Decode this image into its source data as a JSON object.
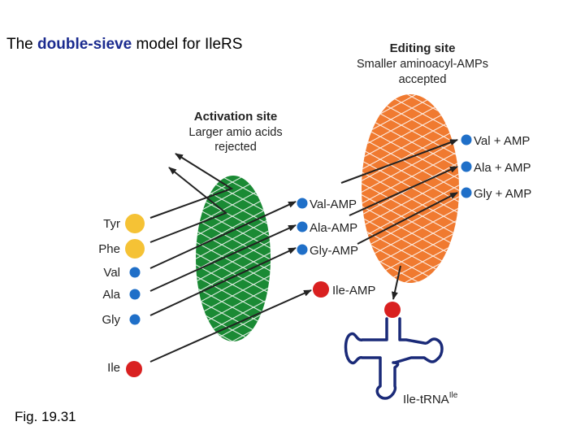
{
  "title": {
    "prefix": "The ",
    "emphasis": "double-sieve",
    "suffix": " model for IleRS"
  },
  "figure_label": "Fig. 19.31",
  "activation_site": {
    "header": "Activation site",
    "line1": "Larger amio acids",
    "line2": "rejected"
  },
  "editing_site": {
    "header": "Editing site",
    "line1": "Smaller aminoacyl-AMPs",
    "line2": "accepted"
  },
  "amino_acids": [
    "Tyr",
    "Phe",
    "Val",
    "Ala",
    "Gly",
    "Ile"
  ],
  "aminoacyl_amps": [
    "Val-AMP",
    "Ala-AMP",
    "Gly-AMP"
  ],
  "ile_amp": "Ile-AMP",
  "products": [
    "Val + AMP",
    "Ala + AMP",
    "Gly + AMP"
  ],
  "trna_label": {
    "main": "Ile-tRNA",
    "superscript": "Ile"
  },
  "colors": {
    "green_site": "#1a8a34",
    "orange_site": "#f07a30",
    "large_aa": "#f5c235",
    "small_aa": "#1f6fc8",
    "ile": "#d92020",
    "title_emphasis": "#1b2b8f"
  }
}
